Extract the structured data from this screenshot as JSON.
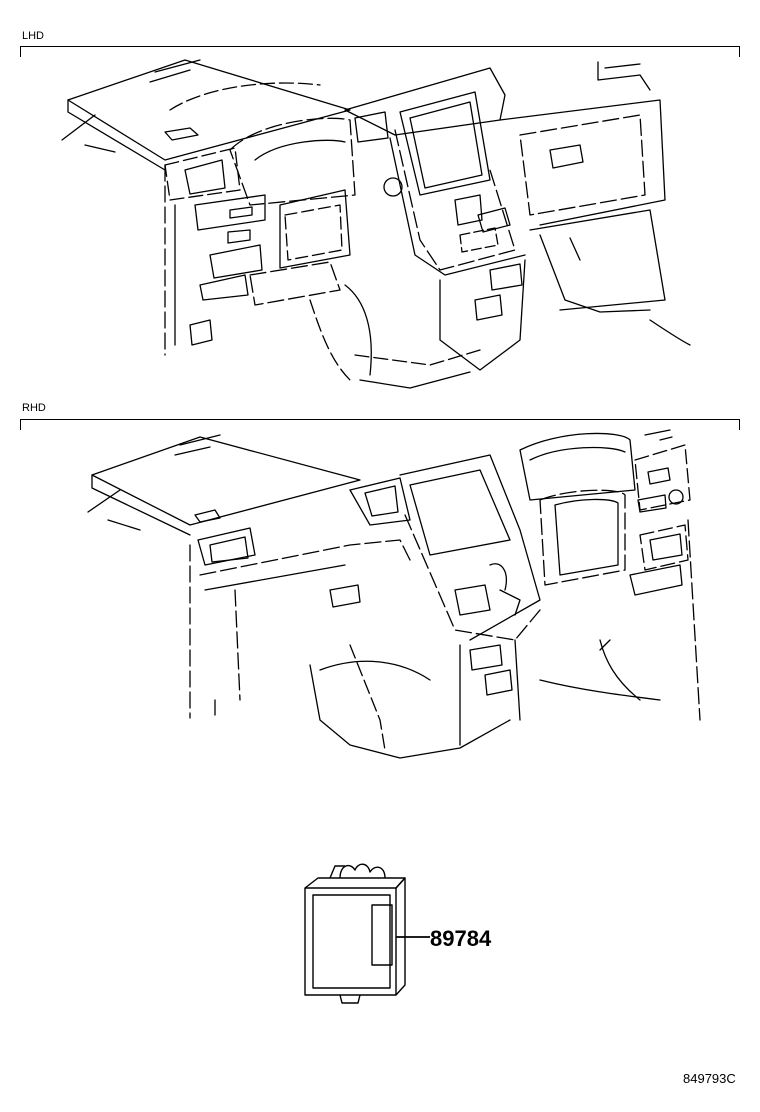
{
  "sections": {
    "lhd_label": "LHD",
    "rhd_label": "RHD"
  },
  "part": {
    "number": "89784"
  },
  "reference_code": "849793C"
}
